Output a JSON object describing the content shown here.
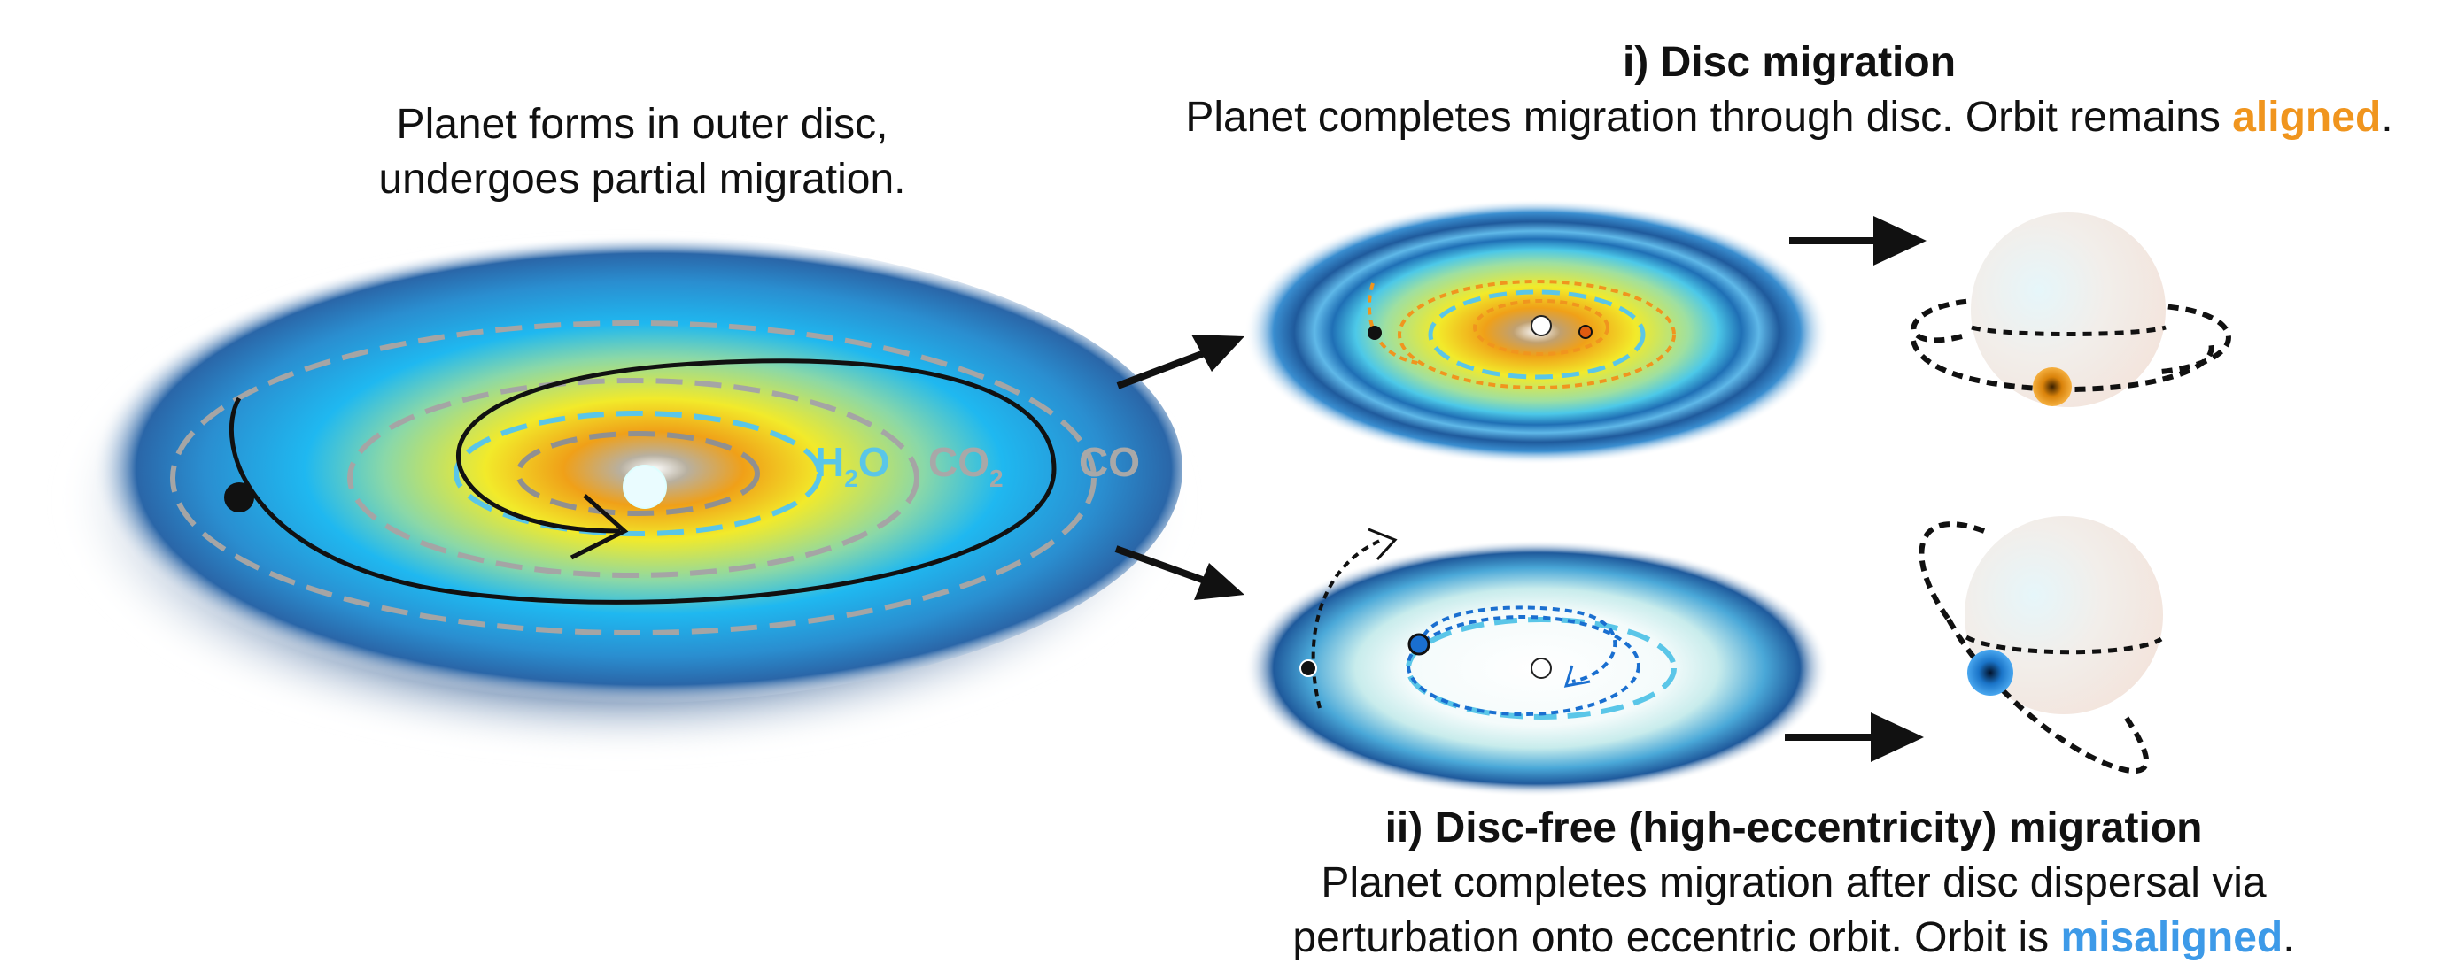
{
  "left_caption": {
    "line1": "Planet forms in outer disc,",
    "line2": "undergoes partial migration."
  },
  "ice_lines": {
    "h2o": "H",
    "h2o_sub": "2",
    "h2o_end": "O",
    "co2": "CO",
    "co2_sub": "2",
    "co": "CO"
  },
  "disc_migration": {
    "heading": "i) Disc migration",
    "text_before": "Planet completes migration through disc. Orbit remains ",
    "keyword": "aligned",
    "text_after": "."
  },
  "disc_free_migration": {
    "heading": "ii) Disc-free (high-eccentricity) migration",
    "line1": "Planet completes migration after disc dispersal via",
    "line2_before": "perturbation onto eccentric orbit. Orbit is ",
    "keyword": "misaligned",
    "line2_after": "."
  },
  "colors": {
    "aligned": "#f0951e",
    "misaligned": "#3d9ae8",
    "disc_outer": "#1f5d9c",
    "disc_cyan": "#1fb8f0",
    "disc_yellow": "#f2ea2a",
    "disc_orange": "#f0a018"
  }
}
